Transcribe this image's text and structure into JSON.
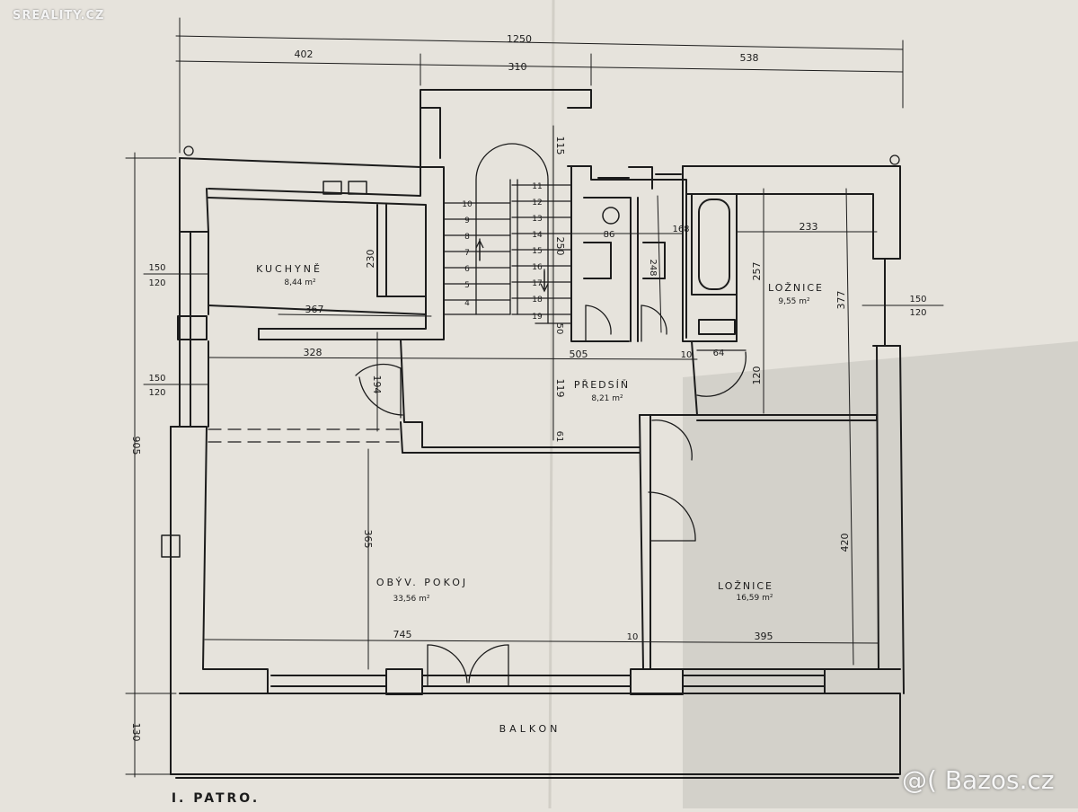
{
  "watermarks": {
    "top_left": "SREALITY.CZ",
    "bottom_right": "@( Bazos.cz"
  },
  "floor_title": "I. PATRO.",
  "colors": {
    "paper": "#e6e3dc",
    "ink": "#1c1c1c",
    "shadow": "#bcbab4"
  },
  "rooms": {
    "kitchen": {
      "name": "KUCHYNĚ",
      "area": "8,44 m²"
    },
    "hall": {
      "name": "PŘEDSÍŇ",
      "area": "8,21 m²"
    },
    "bedroom_small": {
      "name": "LOŽNICE",
      "area": "9,55 m²"
    },
    "living": {
      "name": "OBÝV. POKOJ",
      "area": "33,56 m²"
    },
    "bedroom_large": {
      "name": "LOŽNICE",
      "area": "16,59 m²"
    },
    "balcony": {
      "name": "BALKON"
    }
  },
  "dimensions": {
    "total_width": "1250",
    "seg_left": "402",
    "seg_mid": "310",
    "seg_right": "538",
    "total_height": "905",
    "balcony_depth": "130",
    "window_left_1a": "150",
    "window_left_1b": "120",
    "window_left_2a": "150",
    "window_left_2b": "120",
    "window_right_a": "150",
    "window_right_b": "120",
    "kitchen_height": "230",
    "kitchen_width": "367",
    "living_width_top": "328",
    "stair_top": "115",
    "stair_mid": "250",
    "stair_bottom": "50",
    "hall_depth": "119",
    "hall_bottom": "61",
    "hall_width": "505",
    "door_left": "194",
    "living_height": "365",
    "living_width": "745",
    "wall_10_a": "10",
    "wall_10_b": "10",
    "width_64": "64",
    "wc_width": "86",
    "bath_width": "168",
    "bath_height": "248",
    "bedroom_small_width": "233",
    "bedroom_small_height_a": "257",
    "bedroom_small_height_b": "377",
    "bedroom_door": "120",
    "bedroom_large_height": "420",
    "bedroom_large_width": "395"
  },
  "stair_steps": {
    "left": [
      "10",
      "9",
      "8",
      "7",
      "6",
      "5",
      "4"
    ],
    "right": [
      "11",
      "12",
      "13",
      "14",
      "15",
      "16",
      "17",
      "18",
      "19"
    ]
  }
}
